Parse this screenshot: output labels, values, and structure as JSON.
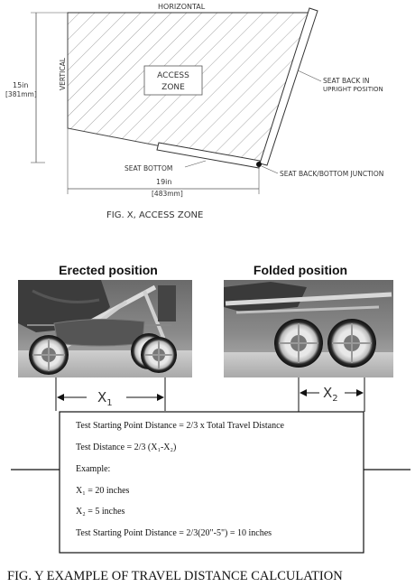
{
  "fig_x": {
    "horizontal_label": "HORIZONTAL",
    "vertical_label": "VERTICAL",
    "height_in": "15in",
    "height_mm": "[381mm]",
    "access_zone_line1": "ACCESS",
    "access_zone_line2": "ZONE",
    "seat_back_line1": "SEAT BACK IN",
    "seat_back_line2": "UPRIGHT POSITION",
    "seat_bottom_label": "SEAT BOTTOM",
    "junction_label": "SEAT BACK/BOTTOM JUNCTION",
    "width_in": "19in",
    "width_mm": "[483mm]",
    "caption": "FIG. X, ACCESS ZONE"
  },
  "fig_y": {
    "erected_title": "Erected position",
    "folded_title": "Folded position",
    "x1_label": "X",
    "x1_sub": "1",
    "x2_label": "X",
    "x2_sub": "2",
    "box_lines": [
      "Test Starting Point Distance = 2/3 x Total Travel Distance",
      "Test Distance = 2/3 (X₁-X₂)",
      "Example:",
      "X₁ = 20 inches",
      "X₂ = 5 inches",
      "Test Starting Point Distance = 2/3(20\"-5\") = 10 inches"
    ],
    "caption": "FIG. Y EXAMPLE OF TRAVEL DISTANCE CALCULATION"
  }
}
